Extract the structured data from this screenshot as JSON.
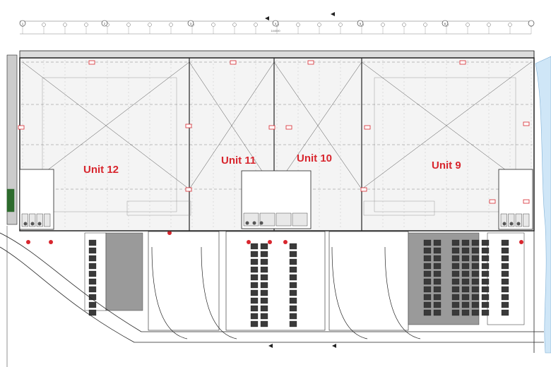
{
  "units": [
    {
      "id": "u12",
      "label": "Unit 12"
    },
    {
      "id": "u11",
      "label": "Unit 11"
    },
    {
      "id": "u10",
      "label": "Unit 10"
    },
    {
      "id": "u9",
      "label": "Unit 9"
    }
  ],
  "overall_dimension": "144000",
  "grid_markers": [
    "1",
    "2",
    "3",
    "4",
    "5",
    "6"
  ],
  "colors": {
    "unit_label": "#d8262e",
    "line": "#222222",
    "grid": "#666666",
    "floor": "#f4f4f4",
    "water": "#cfe6f7",
    "fill_dark": "#9a9a9a",
    "green": "#2d6b2d"
  },
  "icons": [
    "fire-extinguisher-icon",
    "door-arrow-icon",
    "column-grid-marker-icon"
  ]
}
